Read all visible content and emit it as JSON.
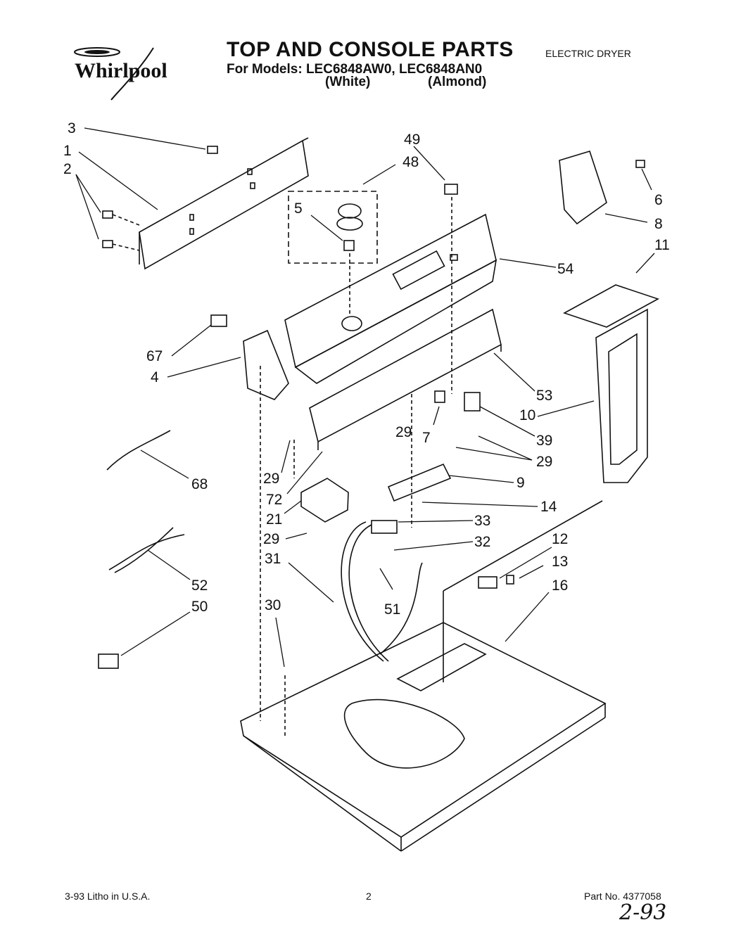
{
  "brand": "Whirlpool",
  "header": {
    "title": "TOP AND CONSOLE PARTS",
    "models": "For Models: LEC6848AW0, LEC6848AN0",
    "variant_white": "(White)",
    "variant_almond": "(Almond)",
    "doc_type": "ELECTRIC DRYER"
  },
  "callouts": [
    "3",
    "1",
    "2",
    "49",
    "48",
    "5",
    "6",
    "8",
    "11",
    "54",
    "67",
    "4",
    "53",
    "10",
    "7",
    "39",
    "29",
    "29",
    "29",
    "9",
    "68",
    "29",
    "72",
    "21",
    "14",
    "33",
    "29",
    "32",
    "12",
    "31",
    "13",
    "16",
    "52",
    "51",
    "50",
    "30"
  ],
  "footer": {
    "date_print": "3-93  Litho in U.S.A.",
    "page": "2",
    "part_no": "Part No. 4377058"
  },
  "handwritten_note": "2-93",
  "colors": {
    "ink": "#111111",
    "paper": "#ffffff"
  }
}
